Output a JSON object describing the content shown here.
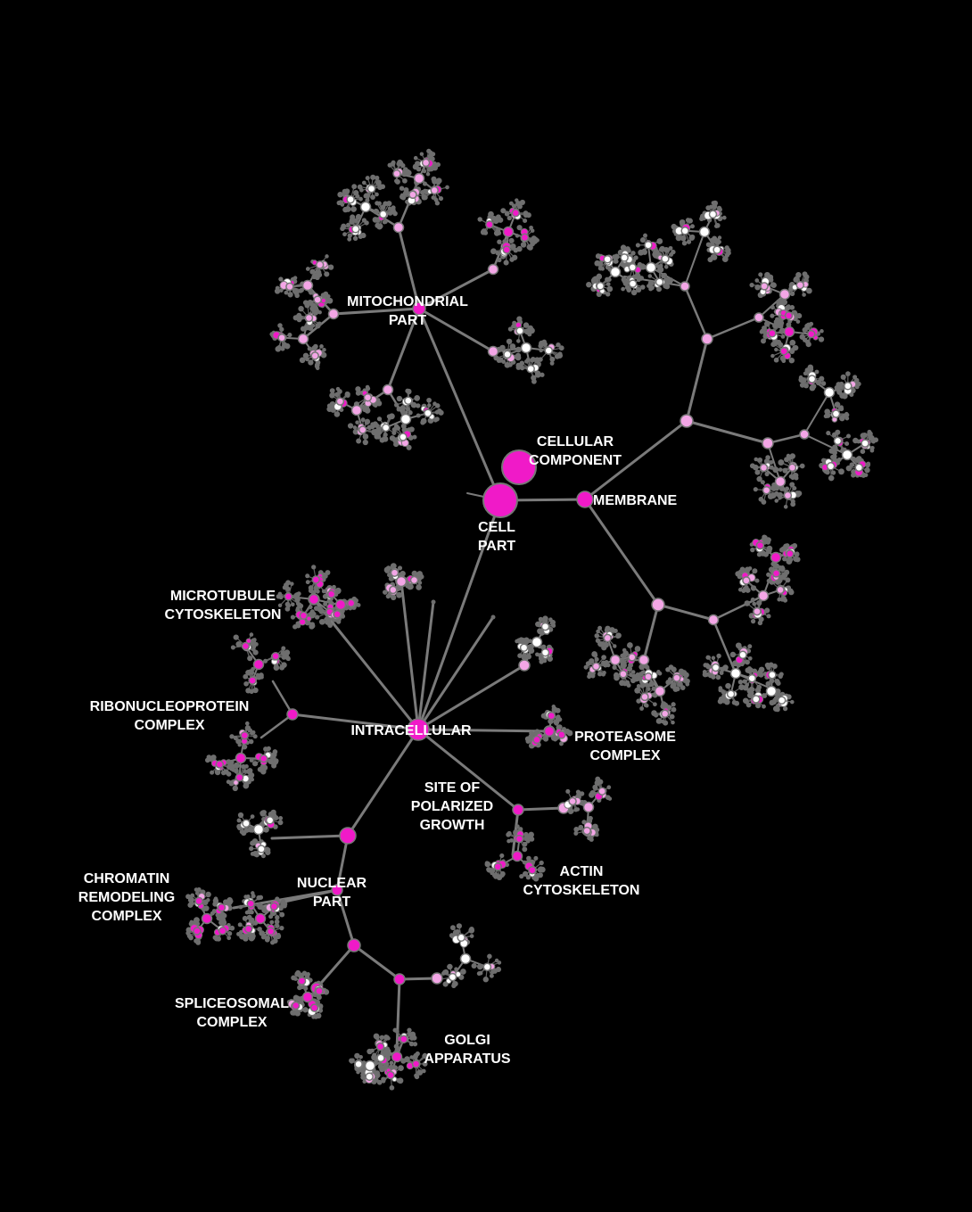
{
  "colors": {
    "background": "#000000",
    "edge": "#7a7a7a",
    "leaf": "#6e6e6e",
    "magenta": "#f01ac8",
    "pink": "#f3a6e6",
    "white": "#ffffff",
    "stroke": "#777777"
  },
  "labels": {
    "cellular_component": [
      "CELLULAR",
      "COMPONENT"
    ],
    "cell_part": [
      "CELL",
      "PART"
    ],
    "membrane": [
      "MEMBRANE"
    ],
    "mitochondrial_part": [
      "MITOCHONDRIAL",
      "PART"
    ],
    "intracellular": [
      "INTRACELLULAR"
    ],
    "microtubule_cytoskeleton": [
      "MICROTUBULE",
      "CYTOSKELETON"
    ],
    "ribonucleoprotein_complex": [
      "RIBONUCLEOPROTEIN",
      "COMPLEX"
    ],
    "proteasome_complex": [
      "PROTEASOME",
      "COMPLEX"
    ],
    "site_of_polarized_growth": [
      "SITE OF",
      "POLARIZED",
      "GROWTH"
    ],
    "actin_cytoskeleton": [
      "ACTIN",
      "CYTOSKELETON"
    ],
    "chromatin_remodeling_complex": [
      "CHROMATIN",
      "REMODELING",
      "COMPLEX"
    ],
    "nuclear_part": [
      "NUCLEAR",
      "PART"
    ],
    "spliceosomal_complex": [
      "SPLICEOSOMAL",
      "COMPLEX"
    ],
    "golgi_apparatus": [
      "GOLGI",
      "APPARATUS"
    ]
  }
}
